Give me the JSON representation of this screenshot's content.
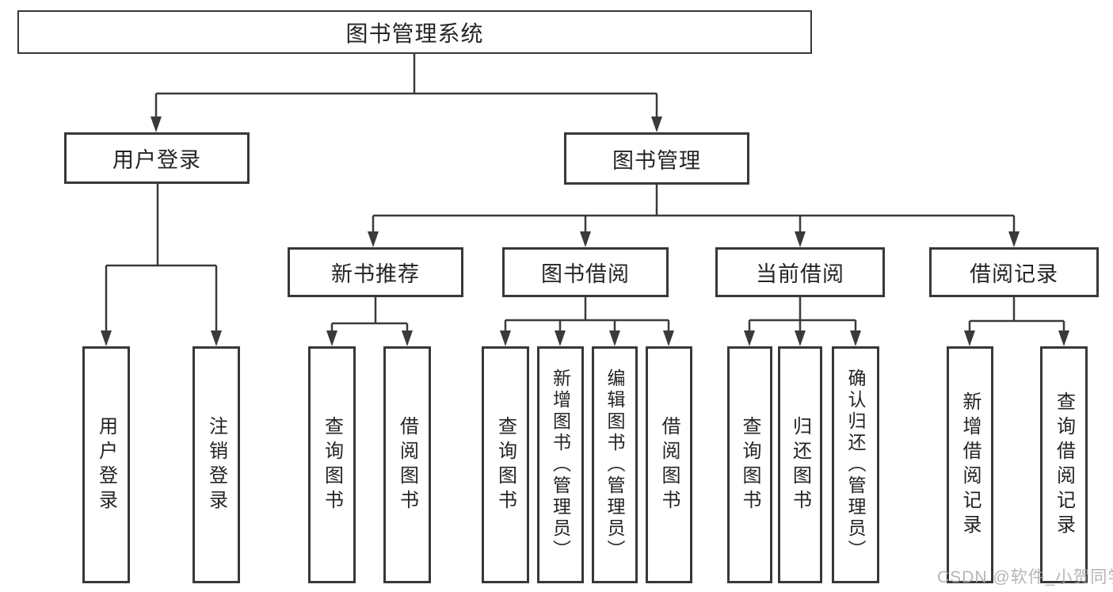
{
  "tree": {
    "root": {
      "label": "图书管理系统",
      "children": [
        {
          "label": "用户登录",
          "children": [
            {
              "label": "用户登录"
            },
            {
              "label": "注销登录"
            }
          ]
        },
        {
          "label": "图书管理",
          "children": [
            {
              "label": "新书推荐",
              "children": [
                {
                  "label": "查询图书"
                },
                {
                  "label": "借阅图书"
                }
              ]
            },
            {
              "label": "图书借阅",
              "children": [
                {
                  "label": "查询图书"
                },
                {
                  "label": "新增图书（管理员）"
                },
                {
                  "label": "编辑图书（管理员）"
                },
                {
                  "label": "借阅图书"
                }
              ]
            },
            {
              "label": "当前借阅",
              "children": [
                {
                  "label": "查询图书"
                },
                {
                  "label": "归还图书"
                },
                {
                  "label": "确认归还（管理员）"
                }
              ]
            },
            {
              "label": "借阅记录",
              "children": [
                {
                  "label": "新增借阅记录"
                },
                {
                  "label": "查询借阅记录"
                }
              ]
            }
          ]
        }
      ]
    }
  },
  "watermark": {
    "text": "CSDN @软件_小贺同学"
  },
  "colors": {
    "line": "#3a3a3a",
    "box_border": "#383838",
    "text": "#242424",
    "watermark": "#a9a9a9",
    "background": "#ffffff"
  }
}
